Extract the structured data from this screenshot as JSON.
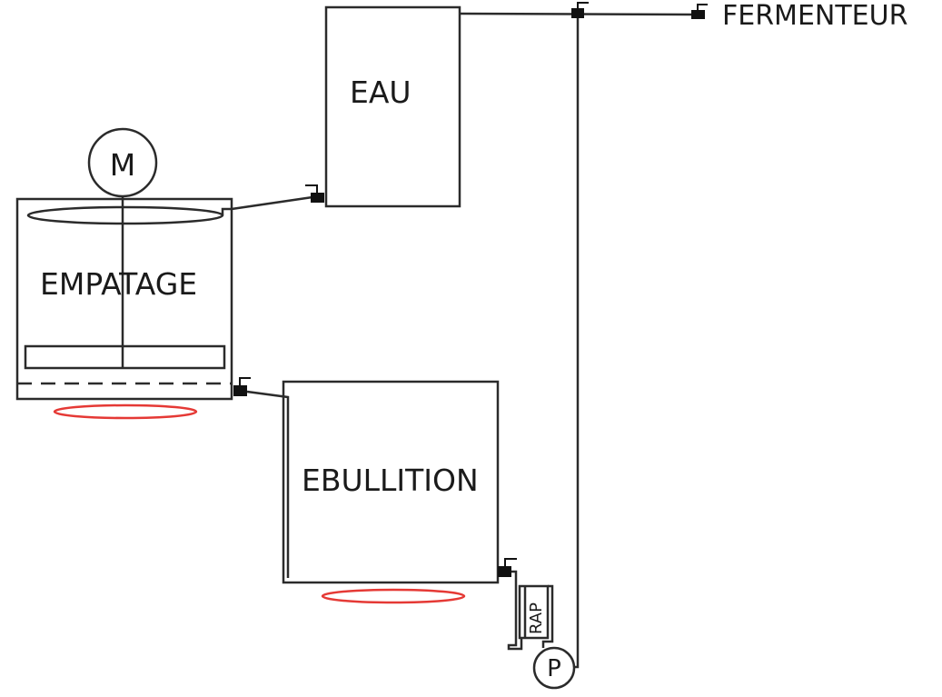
{
  "diagram": {
    "labels": {
      "fermenteur": "FERMENTEUR",
      "eau": "EAU",
      "empatage": "EMPATAGE",
      "ebullition": "EBULLITION",
      "motor": "M",
      "pump": "P",
      "rap": "RAP"
    },
    "colors": {
      "line": "#2b2b2b",
      "valve": "#111111",
      "heater": "#e53935",
      "text": "#1a1a1a"
    }
  }
}
